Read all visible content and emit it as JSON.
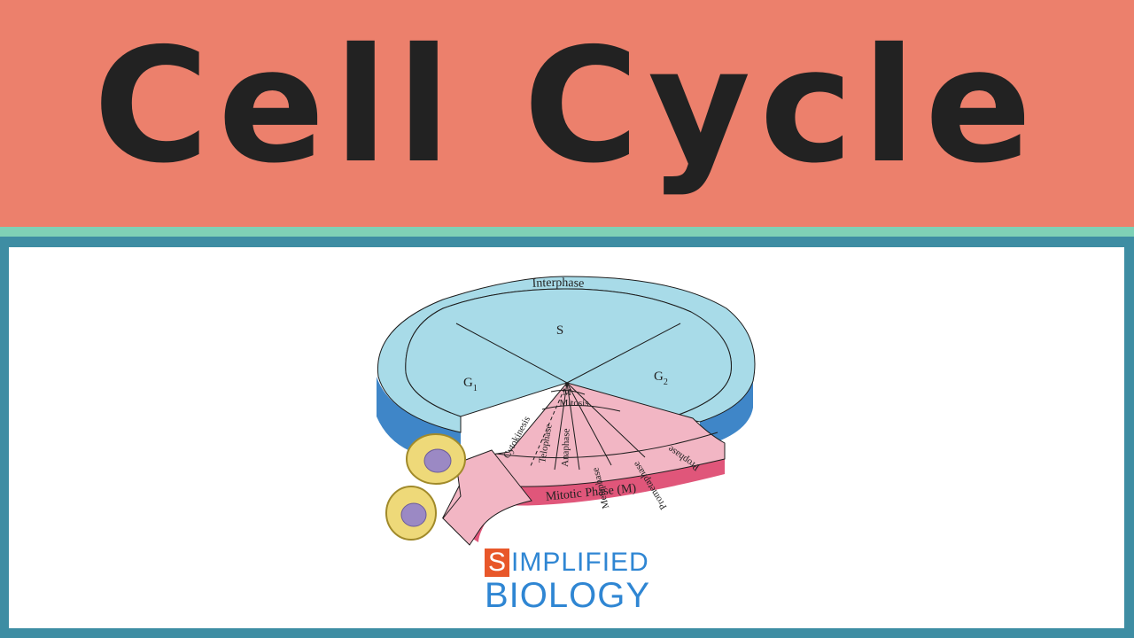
{
  "title": "Cell Cycle",
  "diagram": {
    "ring_label": "Interphase",
    "phase_s": "S",
    "phase_g1_main": "G",
    "phase_g1_sub": "1",
    "phase_g2_main": "G",
    "phase_g2_sub": "2",
    "phase_m": "M",
    "mitotic_phase": "Mitotic Phase (M)",
    "mitosis": "Mitosis",
    "stages": {
      "cytokinesis": "Cytokinesis",
      "telophase": "Telophase",
      "anaphase": "Anaphase",
      "metaphase": "Metaphase",
      "prometaphase": "Prometaphase",
      "prophase": "Prophase"
    }
  },
  "logo": {
    "initial": "S",
    "word1_rest": "IMPLIFIED",
    "word2": "BIOLOGY"
  },
  "colors": {
    "header": "#ec806c",
    "stripe": "#7fd1b6",
    "frame": "#3e8da3",
    "interphase": "#a8dbe8",
    "mitotic": "#f2b6c4",
    "logo_blue": "#2f86d3",
    "logo_orange": "#e8572a"
  }
}
